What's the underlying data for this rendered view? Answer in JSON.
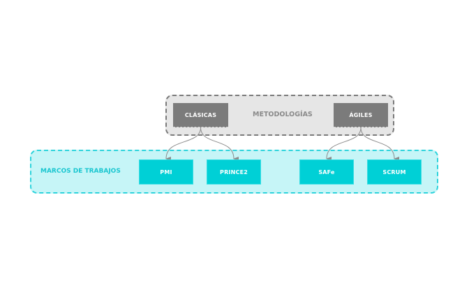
{
  "diagram": {
    "title_group": {
      "label": "METODOLOGÍAS",
      "border_color": "#7a7a7a",
      "fill_color": "#e6e6e6"
    },
    "framework_group": {
      "label": "MARCOS DE TRABAJOS",
      "border_color": "#2dd3dc",
      "fill_color": "#c6f5f7"
    },
    "categories": [
      {
        "id": "clasicas",
        "label": "CLÁSICAS",
        "color": "#7b7b7b"
      },
      {
        "id": "agiles",
        "label": "ÁGILES",
        "color": "#7b7b7b"
      }
    ],
    "frameworks": [
      {
        "id": "pmi",
        "label": "PMI",
        "parent": "clasicas",
        "color": "#00d0d6"
      },
      {
        "id": "prince2",
        "label": "PRINCE2",
        "parent": "clasicas",
        "color": "#00d0d6"
      },
      {
        "id": "safe",
        "label": "SAFe",
        "parent": "agiles",
        "color": "#00d0d6"
      },
      {
        "id": "scrum",
        "label": "SCRUM",
        "parent": "agiles",
        "color": "#00d0d6"
      }
    ],
    "edges": [
      {
        "from": "clasicas",
        "to": "pmi"
      },
      {
        "from": "clasicas",
        "to": "prince2"
      },
      {
        "from": "agiles",
        "to": "safe"
      },
      {
        "from": "agiles",
        "to": "scrum"
      }
    ],
    "edge_color": "#8c8c8c"
  }
}
